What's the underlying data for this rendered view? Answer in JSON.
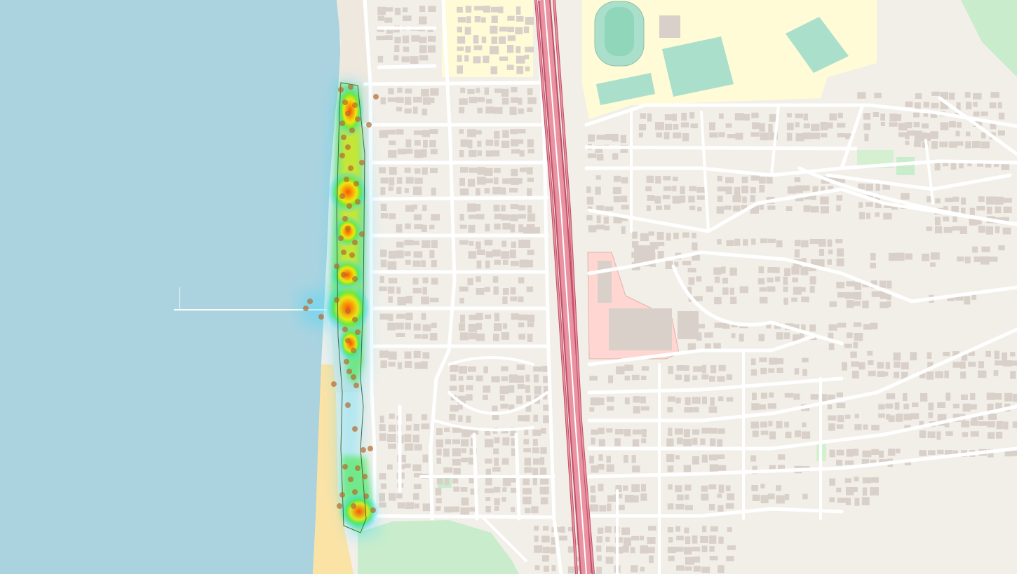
{
  "map": {
    "colors": {
      "water": "#aad3df",
      "land": "#f2efe9",
      "beach": "#fbe3a6",
      "school": "#fffbd6",
      "park": "#c8eccc",
      "pitch": "#aae0cb",
      "grass": "#d5f0d1",
      "building": "#d9d0c9",
      "retail": "#ffd6d1",
      "motorway": "#e892a2",
      "motorway_casing": "#c04e66",
      "road": "#ffffff",
      "heat_low": "#38d8ff",
      "heat_mid": "#3bea3b",
      "heat_high": "#ffe600",
      "heat_peak": "#ff4a00",
      "marker": "#b56a2c"
    },
    "layers": [
      "water",
      "beach",
      "land",
      "buildings",
      "roads",
      "motorway",
      "heatmap",
      "markers",
      "boundary"
    ],
    "heatmap": {
      "hotspots": [
        {
          "id": "north-cluster",
          "intensity": 0.65
        },
        {
          "id": "upper-hotspot",
          "intensity": 0.9
        },
        {
          "id": "mid-cluster",
          "intensity": 0.7
        },
        {
          "id": "pier-hotspot",
          "intensity": 1.0
        },
        {
          "id": "lower-cluster",
          "intensity": 0.6
        },
        {
          "id": "south-hotspot",
          "intensity": 0.95
        }
      ]
    },
    "marker_count": 58
  }
}
